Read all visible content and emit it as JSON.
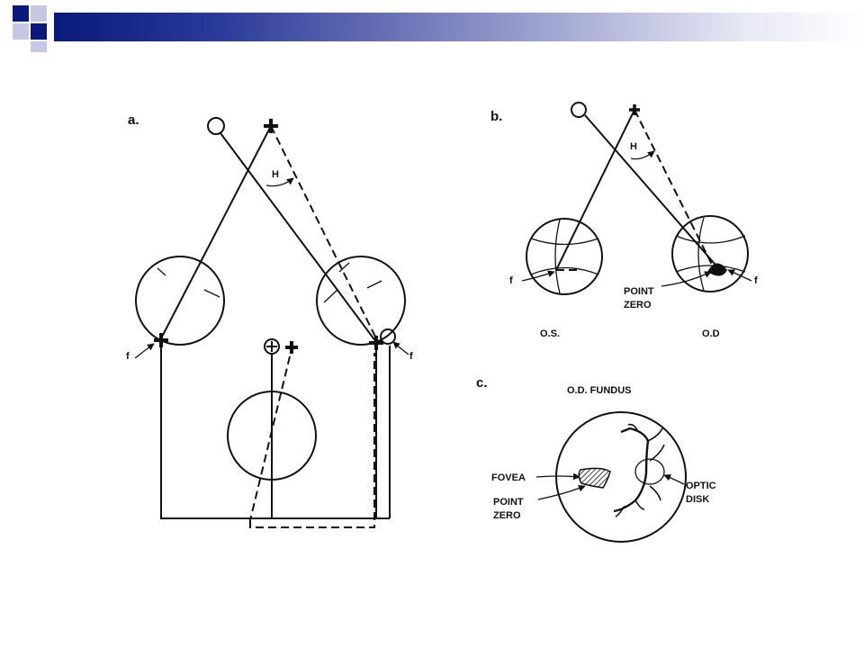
{
  "header": {
    "accent_color": "#0a1a7a",
    "light_color": "#c4c8e2"
  },
  "panel_a": {
    "label": "a.",
    "angle_label": "H",
    "left_fovea_label": "f",
    "right_fovea_label": "f"
  },
  "panel_b": {
    "label": "b.",
    "angle_label": "H",
    "left_fovea_label": "f",
    "right_fovea_label": "f",
    "point_zero_line1": "POINT",
    "point_zero_line2": "ZERO",
    "left_eye_label": "O.S.",
    "right_eye_label": "O.D"
  },
  "panel_c": {
    "label": "c.",
    "title": "O.D. FUNDUS",
    "fovea_label": "FOVEA",
    "point_zero_line1": "POINT",
    "point_zero_line2": "ZERO",
    "optic_line1": "OPTIC",
    "optic_line2": "DISK"
  }
}
